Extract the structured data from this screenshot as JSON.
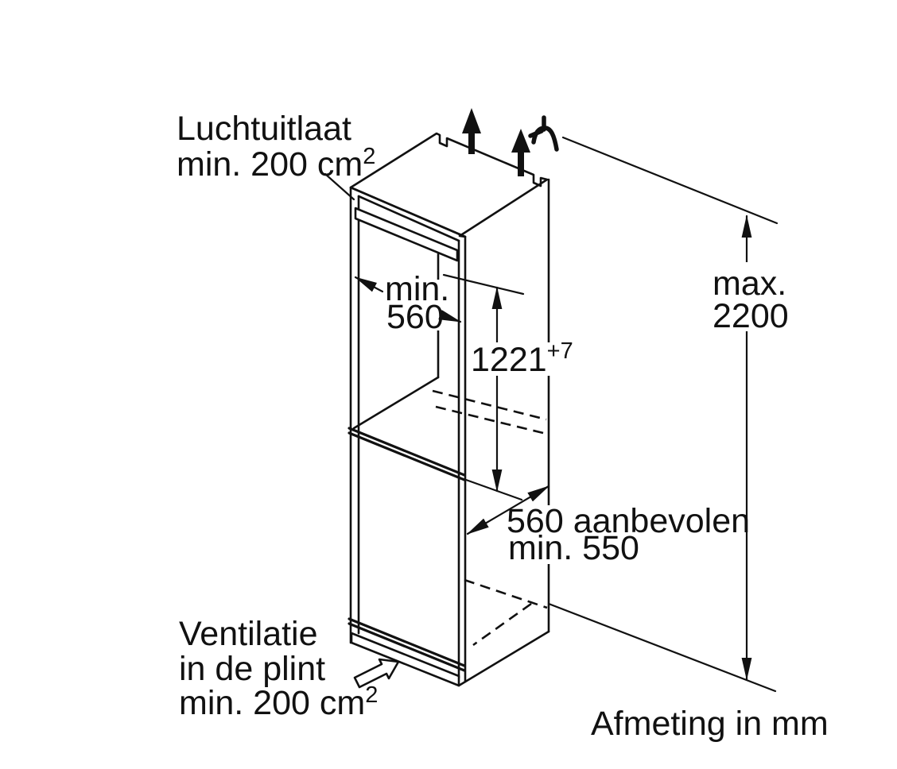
{
  "diagram": {
    "type": "appliance-installation-drawing",
    "subject": "built-in refrigerator niche",
    "labels": {
      "air_outlet": {
        "line1": "Luchtuitlaat",
        "line2": "min. 200 cm",
        "superscript": "2"
      },
      "niche_width": {
        "line1": "min.",
        "line2": "560"
      },
      "niche_height": {
        "value": "1221",
        "tolerance": "+7"
      },
      "overall_height": {
        "line1": "max.",
        "line2": "2200"
      },
      "cabinet_depth": {
        "line1": "560 aanbevolen",
        "line2": "min. 550"
      },
      "plinth_vent": {
        "line1": "Ventilatie",
        "line2": "in de plint",
        "line3": "min. 200 cm",
        "superscript": "2"
      },
      "footer": {
        "label": "Afmeting in mm"
      }
    },
    "icons": {
      "airflow_up_left": "airflow-up-arrow",
      "airflow_up_right": "airflow-up-arrow",
      "air_deflector": "air-deflector-icon",
      "plinth_airflow": "plinth-airflow-arrow"
    },
    "colors": {
      "line": "#111111",
      "background": "#ffffff"
    }
  }
}
